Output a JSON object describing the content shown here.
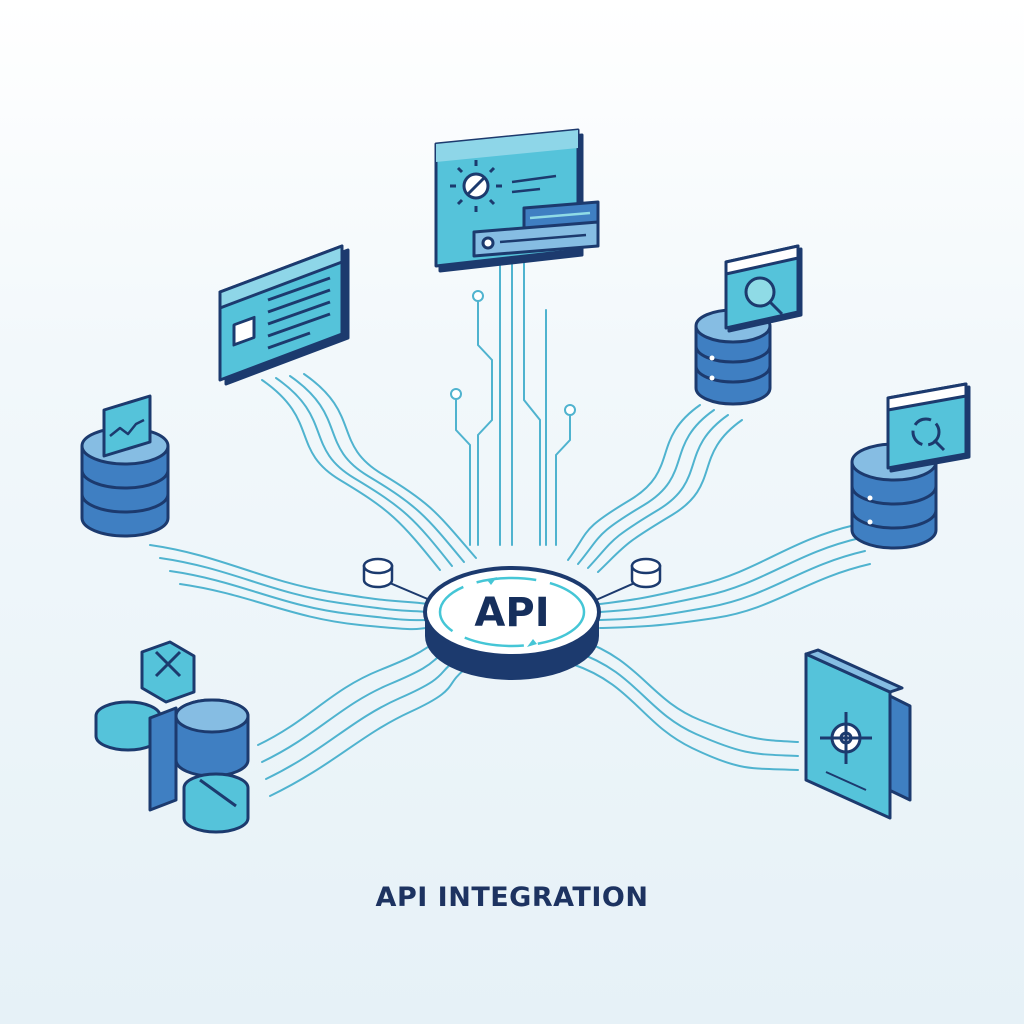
{
  "hub": {
    "label": "API"
  },
  "caption": "API INTEGRATION",
  "colors": {
    "outline": "#1c3a6e",
    "teal": "#45c6d6",
    "teal_light": "#8fdbe6",
    "blue": "#3f7fc2",
    "blue_light": "#86bde3",
    "line": "#4fb3cf"
  },
  "nodes": [
    {
      "name": "browser-window-dashboard",
      "icon": "browser-window-sun-icon"
    },
    {
      "name": "document-card",
      "icon": "document-lines-icon"
    },
    {
      "name": "database-search",
      "icon": "database-search-icon"
    },
    {
      "name": "database-chart",
      "icon": "database-chart-icon"
    },
    {
      "name": "database-sync",
      "icon": "database-sync-icon"
    },
    {
      "name": "module-blocks",
      "icon": "blocks-icon"
    },
    {
      "name": "book-target",
      "icon": "book-target-icon"
    }
  ]
}
